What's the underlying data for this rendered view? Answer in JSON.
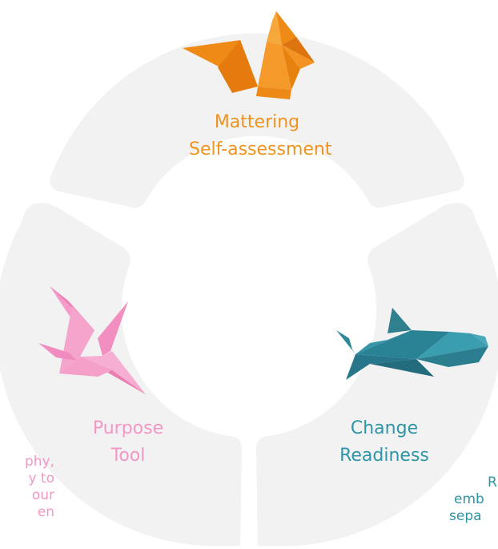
{
  "colors": {
    "ring": "#f2f2f2",
    "mattering": "#f0931e",
    "purpose": "#f397c6",
    "change": "#2e95a6"
  },
  "segments": [
    {
      "id": "mattering",
      "icon": "origami-fox-icon",
      "title_line1": "Mattering",
      "title_line2": "Self-assessment"
    },
    {
      "id": "purpose",
      "icon": "origami-crane-icon",
      "title_line1": "Purpose",
      "title_line2": "Tool"
    },
    {
      "id": "change",
      "icon": "origami-shark-icon",
      "title_line1": "Change",
      "title_line2": "Readiness"
    }
  ],
  "clipped_text": {
    "left": [
      "phy,",
      "y to",
      "our",
      "en"
    ],
    "right": [
      "R",
      "emb",
      "sepa"
    ]
  }
}
